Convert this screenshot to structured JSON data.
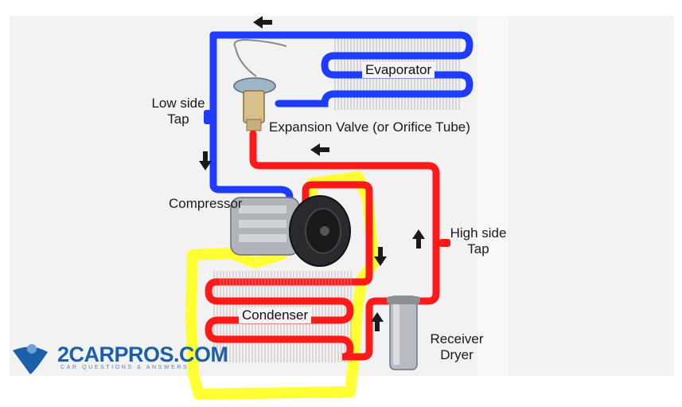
{
  "diagram": {
    "labels": {
      "evaporator": "Evaporator",
      "expansion_valve": "Expansion Valve (or Orifice Tube)",
      "low_side_tap": [
        "Low side",
        "Tap"
      ],
      "compressor": "Compressor",
      "high_side_tap": [
        "High side",
        "Tap"
      ],
      "condenser": "Condenser",
      "receiver_dryer": [
        "Receiver",
        "Dryer"
      ]
    },
    "colors": {
      "low_pressure_line": "#1e3cff",
      "high_pressure_line": "#ff1a1a",
      "highlight": "#ffff33",
      "background_panel": "#f2f2f2"
    }
  },
  "logo": {
    "name": "2CARPROS.COM",
    "tagline": "CAR QUESTIONS & ANSWERS"
  }
}
